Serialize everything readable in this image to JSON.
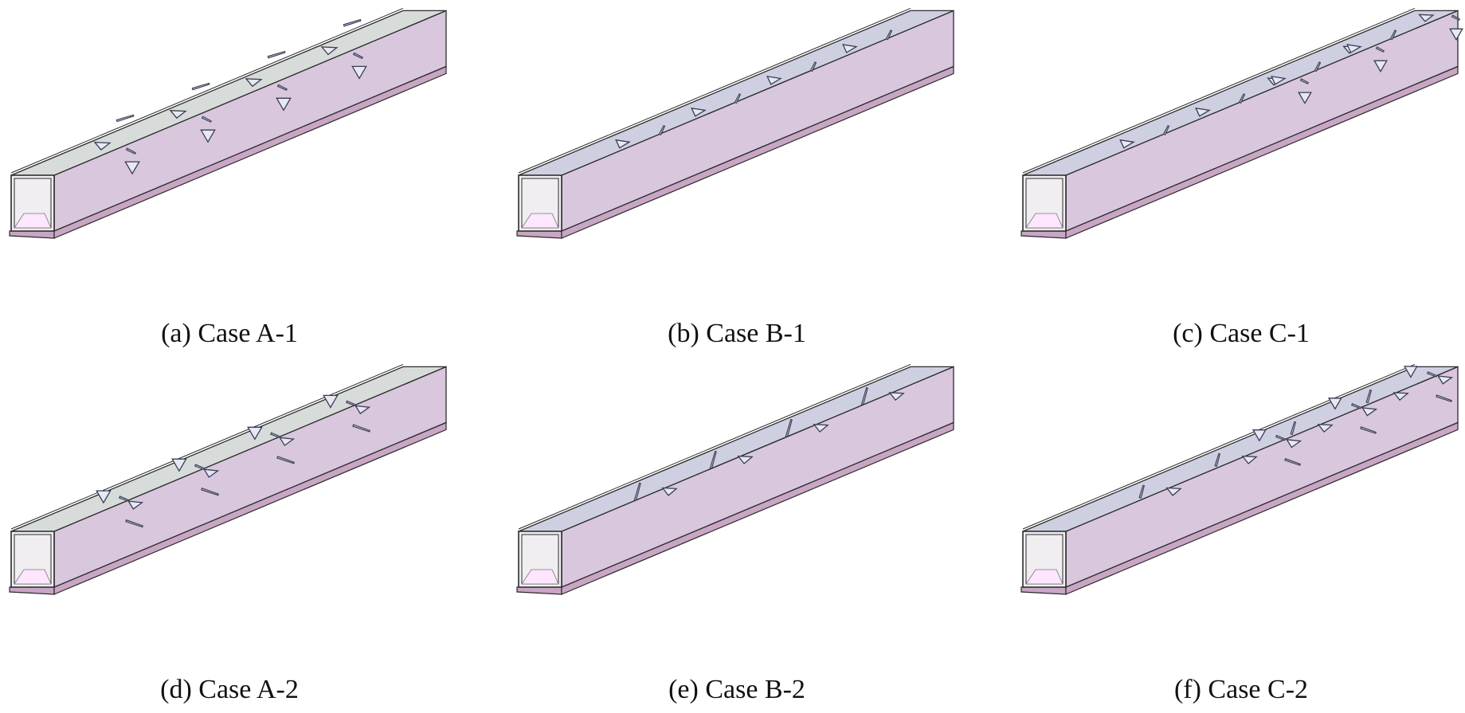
{
  "panels": [
    {
      "caption": "(a) Case A-1",
      "top_tint": "#d7dbd9",
      "variant": "A1"
    },
    {
      "caption": "(b) Case B-1",
      "top_tint": "#cfcfe2",
      "variant": "B1"
    },
    {
      "caption": "(c) Case C-1",
      "top_tint": "#cfcfe2",
      "variant": "C1"
    },
    {
      "caption": "(d) Case A-2",
      "top_tint": "#d7dbd9",
      "variant": "A2"
    },
    {
      "caption": "(e) Case B-2",
      "top_tint": "#cfcfe2",
      "variant": "B2"
    },
    {
      "caption": "(f) Case C-2",
      "top_tint": "#cfcfe2",
      "variant": "C2"
    }
  ],
  "colors": {
    "side_face": "#d9c7de",
    "bottom_face": "#ffe6ff",
    "base_plate": "#c9a6c4",
    "edge": "#2b2b2b",
    "triangle": "#e6e8f2"
  }
}
